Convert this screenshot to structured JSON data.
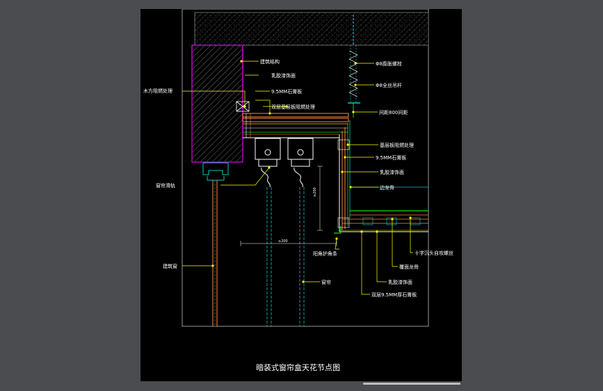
{
  "title": "暗装式窗帘盒天花节点图",
  "colors": {
    "background": "#000000",
    "slab": "#808080",
    "magenta": "#e000e0",
    "green": "#00e000",
    "cyan": "#00c8c8",
    "yellow": "#ffff00",
    "orange": "#ff8a3a",
    "white": "#ffffff"
  },
  "labels": {
    "l1": "建筑结构",
    "l2": "乳胶漆饰面",
    "l3": "木方阻燃处理",
    "l4": "9.5MM石膏板",
    "l5": "双层基层板阻燃处理",
    "l6": "Φ8膨胀螺栓",
    "l7": "Φ8全丝吊杆",
    "l8": "间距800间距",
    "l9": "基层板阻燃处理",
    "l10": "9.5MM石膏板",
    "l11": "乳胶漆饰面",
    "l12": "边龙骨",
    "l13": "窗帘滑轨",
    "l14": "十字沉头自攻螺丝",
    "l15": "阳角护角条",
    "l16": "覆面龙骨",
    "l17": "建筑窗",
    "l18": "乳胶漆饰面",
    "l19": "窗帘",
    "l20": "双层9.5MM厚石膏板"
  },
  "dims": {
    "d1": "≥200",
    "d2": "≥200"
  }
}
